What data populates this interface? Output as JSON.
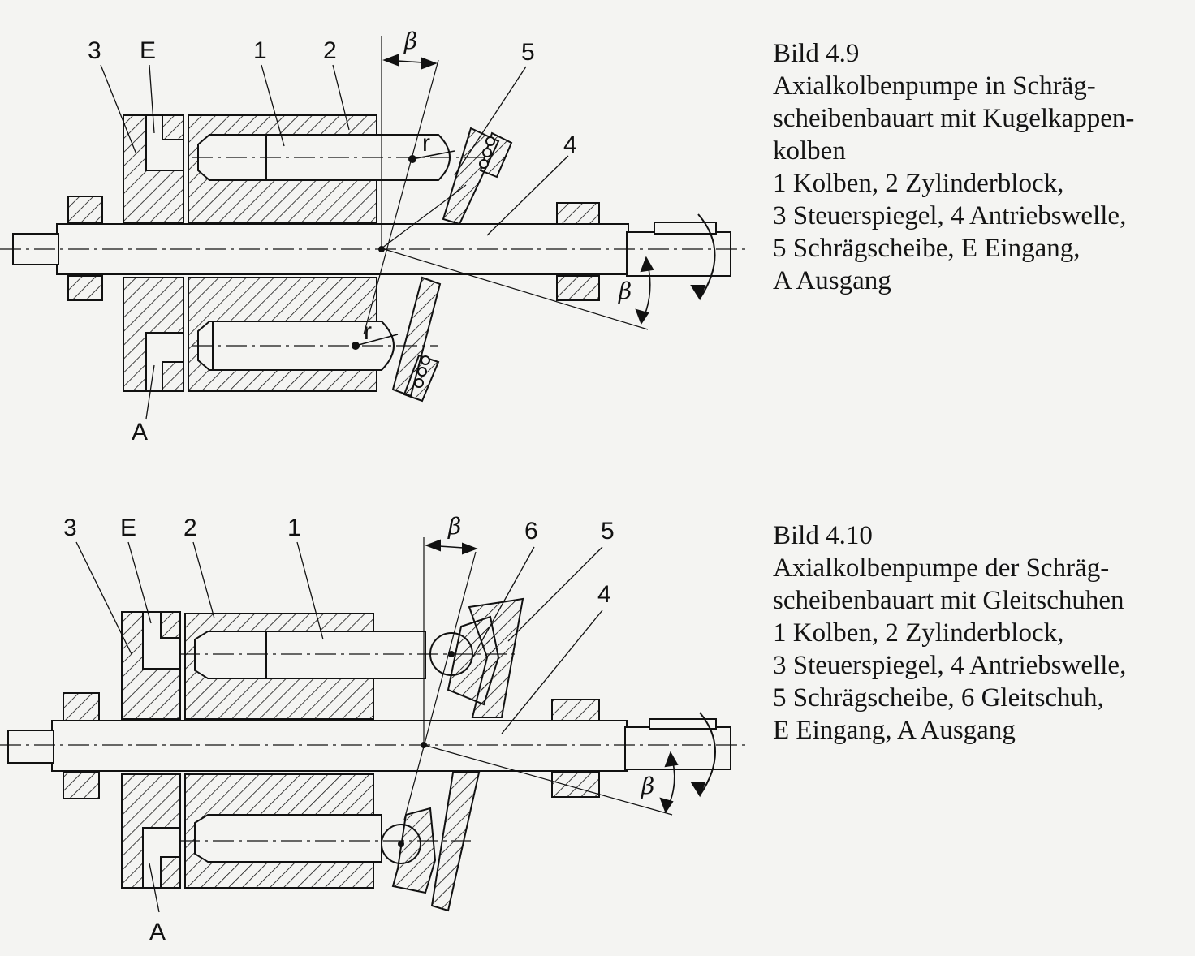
{
  "figure1": {
    "caption": {
      "number": "Bild 4.9",
      "lines": [
        "Axialkolbenpumpe in Schräg-",
        "scheibenbauart mit Kugelkappen-",
        "kolben",
        "1 Kolben, 2 Zylinderblock,",
        "3 Steuerspiegel, 4 Antriebswelle,",
        "5 Schrägscheibe, E Eingang,",
        "A Ausgang"
      ]
    },
    "labels": {
      "n3": "3",
      "nE": "E",
      "n1": "1",
      "n2": "2",
      "n5": "5",
      "n4": "4",
      "nA": "A",
      "r_top": "r",
      "r_bottom": "r",
      "beta_top": "β",
      "beta_side": "β"
    }
  },
  "figure2": {
    "caption": {
      "number": "Bild 4.10",
      "lines": [
        "Axialkolbenpumpe der Schräg-",
        "scheibenbauart mit Gleitschuhen",
        "1 Kolben, 2 Zylinderblock,",
        "3 Steuerspiegel, 4 Antriebswelle,",
        "5 Schrägscheibe, 6 Gleitschuh,",
        "E Eingang, A Ausgang"
      ]
    },
    "labels": {
      "n3": "3",
      "nE": "E",
      "n2": "2",
      "n1": "1",
      "n6": "6",
      "n5": "5",
      "n4": "4",
      "nA": "A",
      "beta_top": "β",
      "beta_side": "β"
    }
  },
  "colors": {
    "ink": "#111111",
    "paper": "#f4f4f2"
  }
}
